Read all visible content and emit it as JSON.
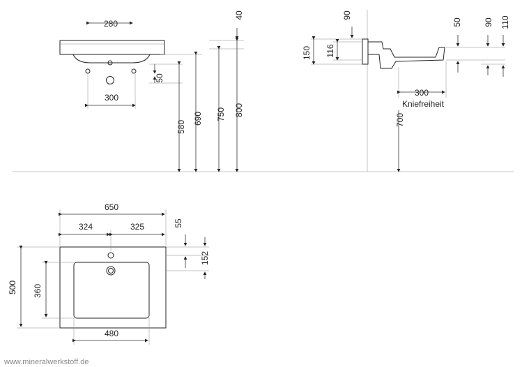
{
  "front_view": {
    "width_top": "280",
    "width_bottom": "300",
    "height_580": "580",
    "height_690": "690",
    "height_750": "750",
    "height_800": "800",
    "offset_50": "50",
    "offset_40": "40"
  },
  "side_view": {
    "dim_90": "90",
    "dim_150": "150",
    "dim_116": "116",
    "dim_50": "50",
    "dim_90b": "90",
    "dim_110": "110",
    "depth_300": "300",
    "knee_label": "Kniefreiheit",
    "height_700": "700"
  },
  "top_view": {
    "width_total": "650",
    "width_left": "324",
    "width_right": "325",
    "depth_total": "500",
    "bowl_depth": "360",
    "bowl_width": "480",
    "dim_55": "55",
    "dim_152": "152"
  },
  "watermark": "www.mineralwerkstoff.de"
}
